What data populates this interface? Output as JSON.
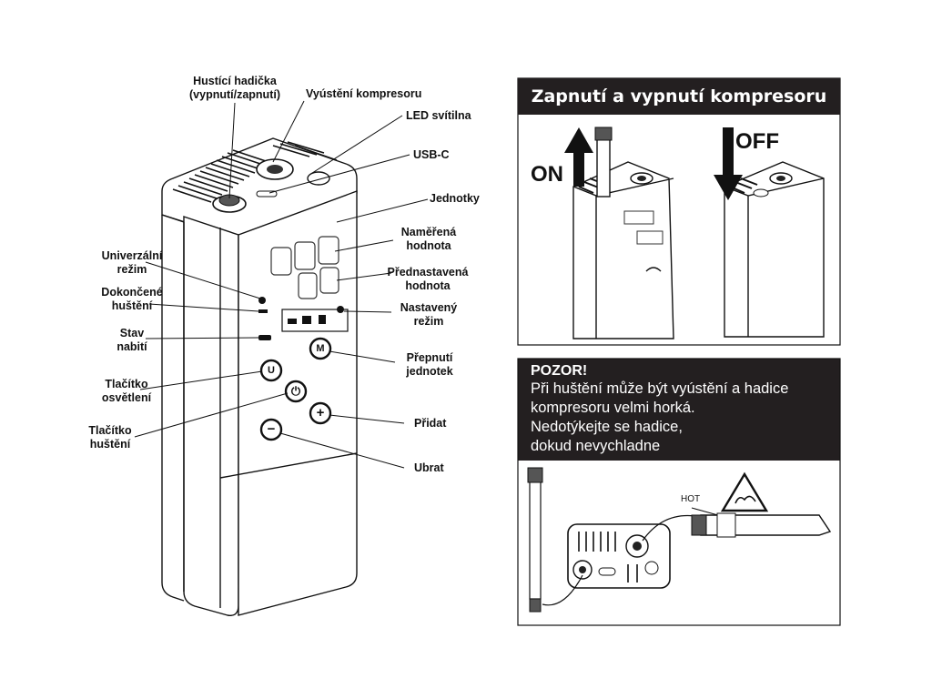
{
  "left_labels": {
    "hose": "Hustící hadička",
    "hose_sub": "(vypnutí/zapnutí)",
    "outlet": "Vyústění kompresoru",
    "led": "LED svítilna",
    "usbc": "USB-C",
    "units": "Jednotky",
    "measured_1": "Naměřená",
    "measured_2": "hodnota",
    "preset_1": "Přednastavená",
    "preset_2": "hodnota",
    "mode_1": "Nastavený",
    "mode_2": "režim",
    "universal_1": "Univerzální",
    "universal_2": "režim",
    "done_1": "Dokončené",
    "done_2": "huštění",
    "charge_1": "Stav",
    "charge_2": "nabití",
    "light_btn_1": "Tlačítko",
    "light_btn_2": "osvětlení",
    "inflate_btn_1": "Tlačítko",
    "inflate_btn_2": "huštění",
    "unit_switch_1": "Přepnutí",
    "unit_switch_2": "jednotek",
    "add": "Přidat",
    "subtract": "Ubrat"
  },
  "onoff_panel": {
    "title": "Zapnutí a vypnutí kompresoru",
    "on": "ON",
    "off": "OFF"
  },
  "warning_panel": {
    "title": "POZOR!",
    "line1": "Při huštění může být vyústění a hadice",
    "line2": "kompresoru velmi horká.",
    "line3": "Nedotýkejte se hadice,",
    "line4": "dokud nevychladne",
    "hot": "HOT"
  },
  "button_glyphs": {
    "unit": "M",
    "light": "U",
    "power": "⏻",
    "plus": "+",
    "minus": "−"
  },
  "colors": {
    "dark": "#231f20",
    "line": "#111111",
    "paper": "#ffffff"
  }
}
